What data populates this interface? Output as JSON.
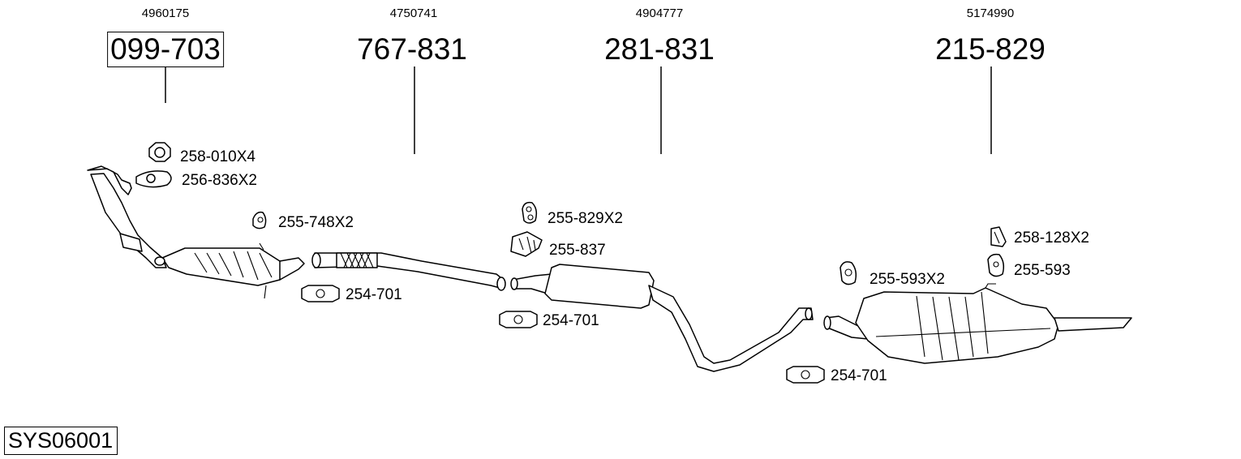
{
  "parts": [
    {
      "oe": "4960175",
      "number": "099-703"
    },
    {
      "oe": "4750741",
      "number": "767-831"
    },
    {
      "oe": "4904777",
      "number": "281-831"
    },
    {
      "oe": "5174990",
      "number": "215-829"
    }
  ],
  "accessories": {
    "nut": "258-010X4",
    "gasket": "256-836X2",
    "rubber_mount_1": "255-748X2",
    "clamp_1": "254-701",
    "rubber_mount_2": "255-829X2",
    "bracket": "255-837",
    "clamp_2": "254-701",
    "rubber_mount_3": "255-593X2",
    "clamp_3": "254-701",
    "bracket_2": "258-128X2",
    "rubber_mount_4": "255-593"
  },
  "system_code": "SYS06001"
}
